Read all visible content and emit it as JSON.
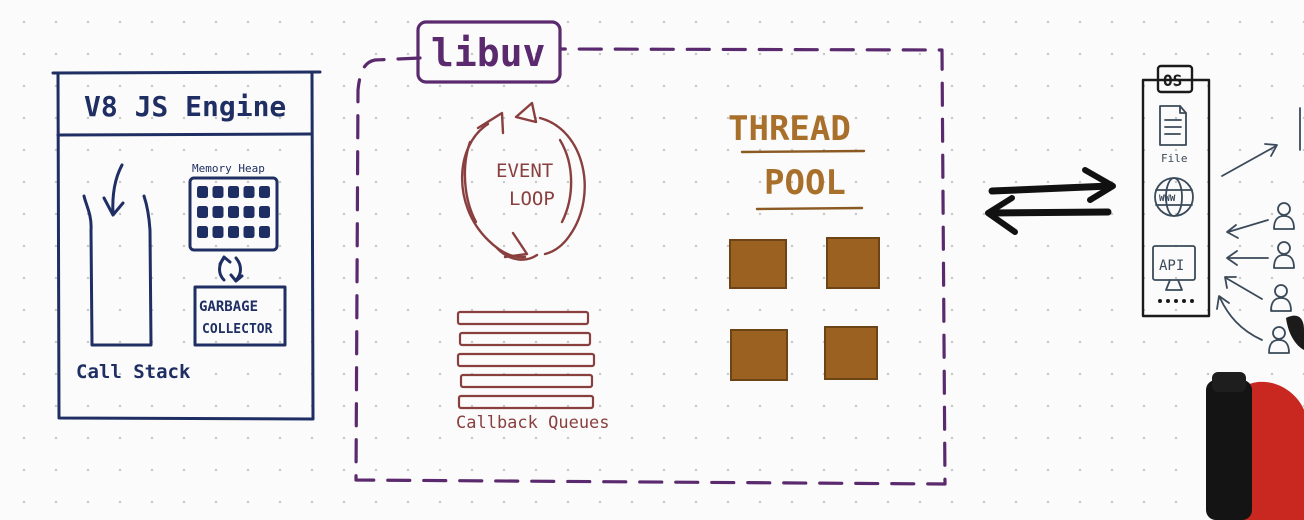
{
  "v8": {
    "title": "V8 JS Engine",
    "memory_heap_label": "Memory Heap",
    "gc_line1": "GARBAGE",
    "gc_line2": "COLLECTOR",
    "call_stack_label": "Call Stack"
  },
  "libuv": {
    "title": "libuv",
    "event_loop_line1": "EVENT",
    "event_loop_line2": "LOOP",
    "callback_queues_label": "Callback Queues",
    "thread_pool_line1": "THREAD",
    "thread_pool_line2": "POOL"
  },
  "os": {
    "title": "OS",
    "file_label": "File",
    "www_label": "WWW",
    "api_label": "API"
  },
  "colors": {
    "navy": "#1f2f63",
    "purple": "#5b2a6e",
    "maroon": "#8a3f3f",
    "amber": "#a8702a",
    "black": "#1a1a1a"
  }
}
